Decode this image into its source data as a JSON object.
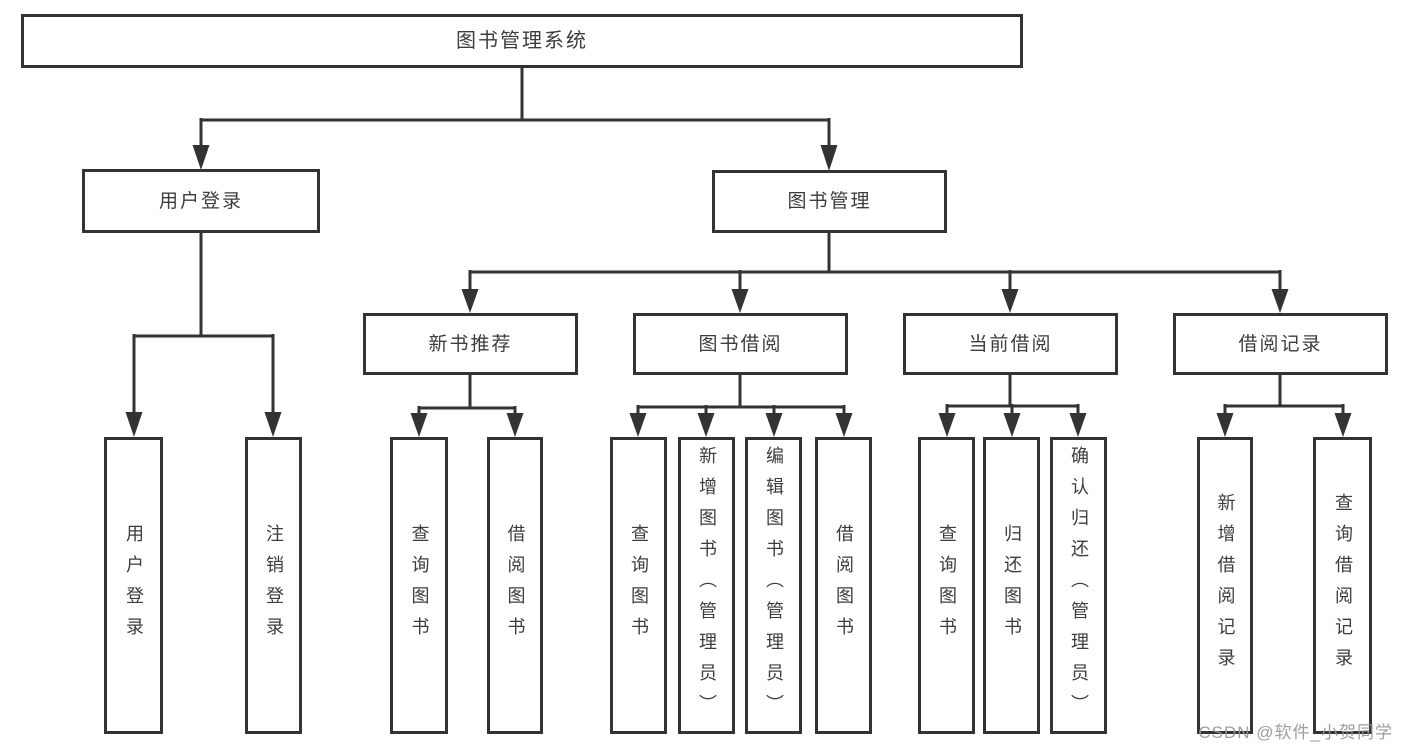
{
  "diagram": {
    "title": "图书管理系统",
    "type": "functional-structure-tree",
    "colors": {
      "border": "#333333",
      "line": "#333333",
      "text": "#3d3d3d",
      "background": "#ffffff",
      "watermark": "#969696"
    },
    "nodes": {
      "root": {
        "label": "图书管理系统"
      },
      "user_login": {
        "label": "用户登录"
      },
      "book_management": {
        "label": "图书管理"
      },
      "new_book_recommend": {
        "label": "新书推荐"
      },
      "book_borrow": {
        "label": "图书借阅"
      },
      "current_borrow": {
        "label": "当前借阅"
      },
      "borrow_record": {
        "label": "借阅记录"
      },
      "leaf_user_login": {
        "label": "用户登录"
      },
      "leaf_logout_login": {
        "label": "注销登录"
      },
      "rec_query_book": {
        "label": "查询图书"
      },
      "rec_borrow_book": {
        "label": "借阅图书"
      },
      "bb_query_book": {
        "label": "查询图书"
      },
      "bb_add_book_admin": {
        "label": "新增图书（管理员）"
      },
      "bb_edit_book_admin": {
        "label": "编辑图书（管理员）"
      },
      "bb_borrow_book": {
        "label": "借阅图书"
      },
      "cb_query_book": {
        "label": "查询图书"
      },
      "cb_return_book": {
        "label": "归还图书"
      },
      "cb_confirm_return_admin": {
        "label": "确认归还（管理员）"
      },
      "br_add_record": {
        "label": "新增借阅记录"
      },
      "br_query_record": {
        "label": "查询借阅记录"
      }
    },
    "hierarchy": {
      "图书管理系统": [
        "用户登录",
        "图书管理"
      ],
      "用户登录": [
        "用户登录",
        "注销登录"
      ],
      "图书管理": [
        "新书推荐",
        "图书借阅",
        "当前借阅",
        "借阅记录"
      ],
      "新书推荐": [
        "查询图书",
        "借阅图书"
      ],
      "图书借阅": [
        "查询图书",
        "新增图书（管理员）",
        "编辑图书（管理员）",
        "借阅图书"
      ],
      "当前借阅": [
        "查询图书",
        "归还图书",
        "确认归还（管理员）"
      ],
      "借阅记录": [
        "新增借阅记录",
        "查询借阅记录"
      ]
    },
    "watermark": {
      "text": "CSDN @软件_小贺同学"
    }
  }
}
